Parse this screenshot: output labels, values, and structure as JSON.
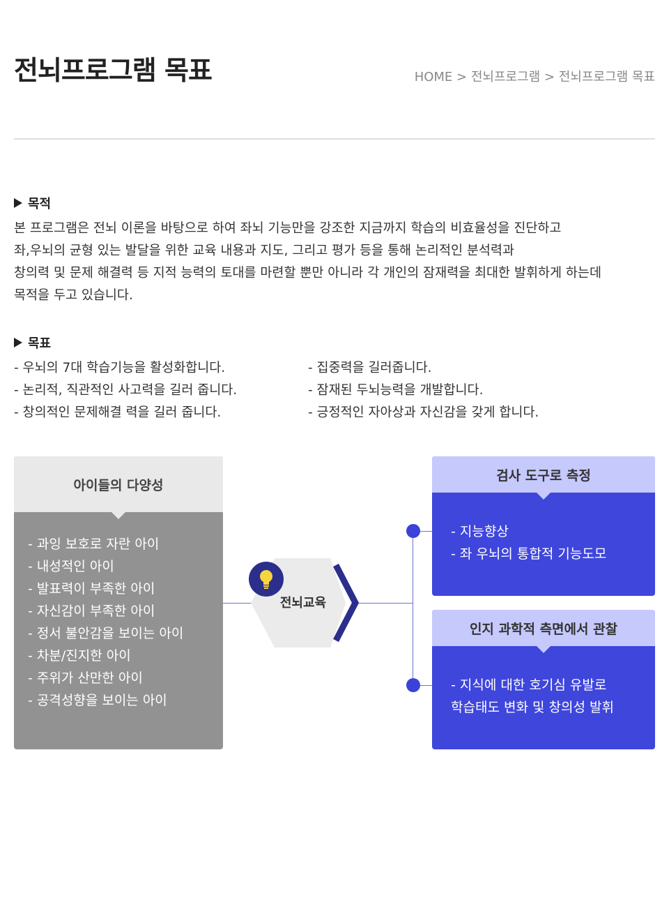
{
  "header": {
    "title": "전뇌프로그램 목표",
    "breadcrumb": [
      "HOME",
      "전뇌프로그램",
      "전뇌프로그램 목표"
    ],
    "separator": ">"
  },
  "purpose": {
    "heading": "목적",
    "lines": [
      "본 프로그램은 전뇌 이론을 바탕으로 하여 좌뇌 기능만을 강조한 지금까지 학습의 비효율성을 진단하고",
      "좌,우뇌의 균형 있는 발달을 위한 교육 내용과 지도, 그리고 평가 등을 통해 논리적인 분석력과",
      "창의력 및 문제 해결력 등 지적 능력의 토대를 마련할 뿐만 아니라 각 개인의 잠재력을 최대한 발휘하게 하는데",
      "목적을 두고 있습니다."
    ]
  },
  "goals": {
    "heading": "목표",
    "left": [
      "- 우뇌의 7대 학습기능을 활성화합니다.",
      "- 논리적, 직관적인 사고력을 길러 줍니다.",
      "- 창의적인 문제해결 력을 길러 줍니다."
    ],
    "right": [
      "- 집중력을 길러줍니다.",
      "- 잠재된 두뇌능력을 개발합니다.",
      "- 긍정적인 자아상과 자신감을 갖게 합니다."
    ]
  },
  "diagram": {
    "left_box": {
      "title": "아이들의 다양성",
      "items": [
        "- 과잉 보호로 자란 아이",
        "- 내성적인 아이",
        "- 발표력이 부족한 아이",
        "- 자신감이 부족한 아이",
        "- 정서 불안감을 보이는 아이",
        "- 차분/진지한 아이",
        "- 주위가 산만한 아이",
        "- 공격성향을 보이는 아이"
      ]
    },
    "center": {
      "label": "전뇌교육",
      "icon": "lightbulb-icon"
    },
    "right_boxes": [
      {
        "title": "검사 도구로 측정",
        "items": [
          "- 지능향상",
          "- 좌 우뇌의 통합적 기능도모"
        ]
      },
      {
        "title": "인지 과학적 측면에서 관찰",
        "items": [
          "- 지식에 대한 호기심 유발로",
          "학습태도 변화 및 창의성 발휘"
        ]
      }
    ],
    "colors": {
      "left_body": "#929292",
      "left_head": "#e9e9e9",
      "right_head": "#c6c9fc",
      "right_body": "#3f46dc",
      "accent": "#2c2e8c"
    }
  }
}
